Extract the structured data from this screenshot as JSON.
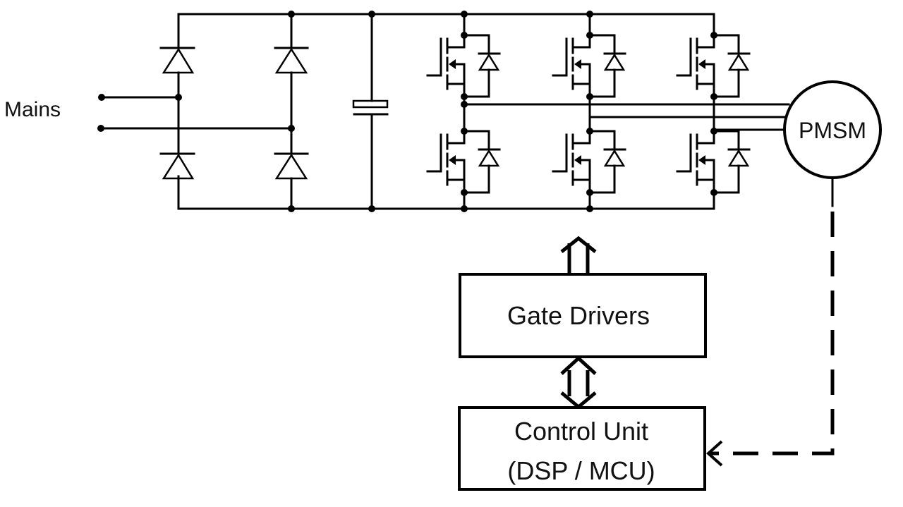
{
  "diagram": {
    "title": "PMSM drive system",
    "labels": {
      "mains": "Mains",
      "motor": "PMSM",
      "gate_drivers": "Gate Drivers",
      "control_unit_line1": "Control Unit",
      "control_unit_line2": "(DSP / MCU)"
    },
    "components": {
      "rectifier": {
        "type": "diode-bridge",
        "diode_count": 4
      },
      "dc_link": {
        "type": "electrolytic-capacitor"
      },
      "inverter": {
        "type": "three-phase-mosfet-bridge",
        "legs": 3,
        "switches_per_leg": 2,
        "anti_parallel_diodes": true
      },
      "motor": {
        "type": "PMSM",
        "phases": 3
      }
    },
    "connections": [
      {
        "from": "Mains",
        "to": "Rectifier",
        "style": "solid"
      },
      {
        "from": "Rectifier",
        "to": "DC link capacitor",
        "style": "solid"
      },
      {
        "from": "DC link capacitor",
        "to": "Inverter",
        "style": "solid"
      },
      {
        "from": "Inverter",
        "to": "PMSM",
        "style": "solid",
        "count": 3
      },
      {
        "from": "Gate Drivers",
        "to": "Inverter",
        "style": "arrow-up"
      },
      {
        "from": "Control Unit",
        "to": "Gate Drivers",
        "style": "double-arrow"
      },
      {
        "from": "PMSM",
        "to": "Control Unit",
        "style": "dashed-arrow"
      }
    ]
  }
}
